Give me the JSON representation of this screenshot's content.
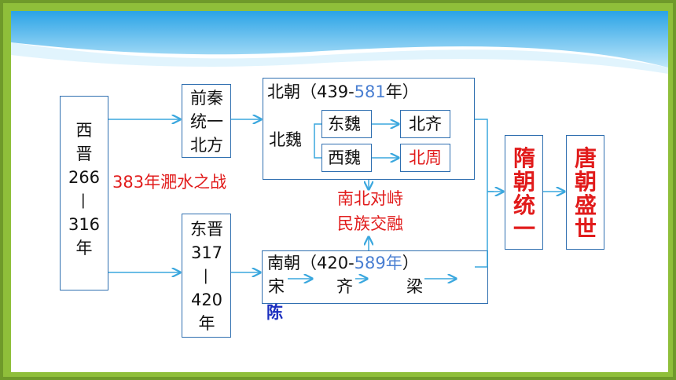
{
  "xijin": {
    "name": "西晋",
    "start": "266",
    "dash": "—",
    "end": "316",
    "nian": "年"
  },
  "qianqin": {
    "line1": "前秦",
    "line2": "统一",
    "line3": "北方"
  },
  "dongjin": {
    "name": "东晋",
    "start": "317",
    "dash": "—",
    "end": "420",
    "nian": "年"
  },
  "feishui": "383年淝水之战",
  "beichao": {
    "prefix": "北朝（439-",
    "year_end": "581",
    "suffix": "年）",
    "beiwei": "北魏"
  },
  "states": {
    "dongwei": "东魏",
    "beiqi": "北齐",
    "xiwei": "西魏",
    "beizhou": "北周"
  },
  "nanbei": {
    "line1": "南北对峙",
    "line2": "民族交融"
  },
  "nanchao": {
    "prefix": "南朝（420-",
    "year_end": "589年",
    "suffix": "）",
    "song": "宋",
    "qi": "齐",
    "liang": "梁",
    "chen": "陈"
  },
  "sui": "隋朝统一",
  "tang": "唐朝盛世",
  "colors": {
    "frame": "#8fbf3a",
    "box_border": "#2f6fb0",
    "arrow": "#3aa7de",
    "red": "#e11b1b",
    "blue_year": "#4a7fd2",
    "chen": "#1b2fbf"
  }
}
